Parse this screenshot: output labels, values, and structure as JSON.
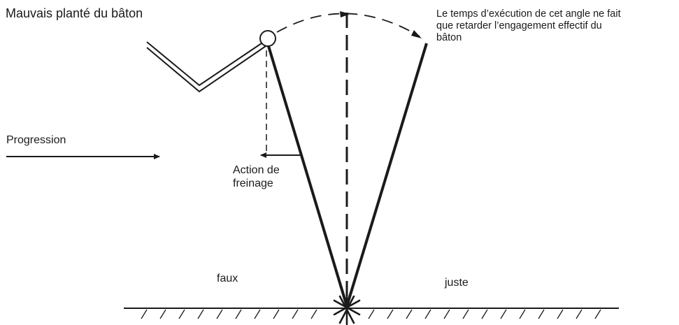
{
  "diagram": {
    "title": "Mauvais planté du bâton",
    "note_lines": [
      "Le temps d’exécution de cet angle ne fait",
      "que retarder l’engagement effectif du",
      "bâton"
    ],
    "progression_label": "Progression",
    "action_lines": [
      "Action de",
      "freinage"
    ],
    "wrong_label": "faux",
    "right_label": "juste",
    "colors": {
      "ink": "#1a1a1a",
      "background": "#ffffff"
    }
  }
}
